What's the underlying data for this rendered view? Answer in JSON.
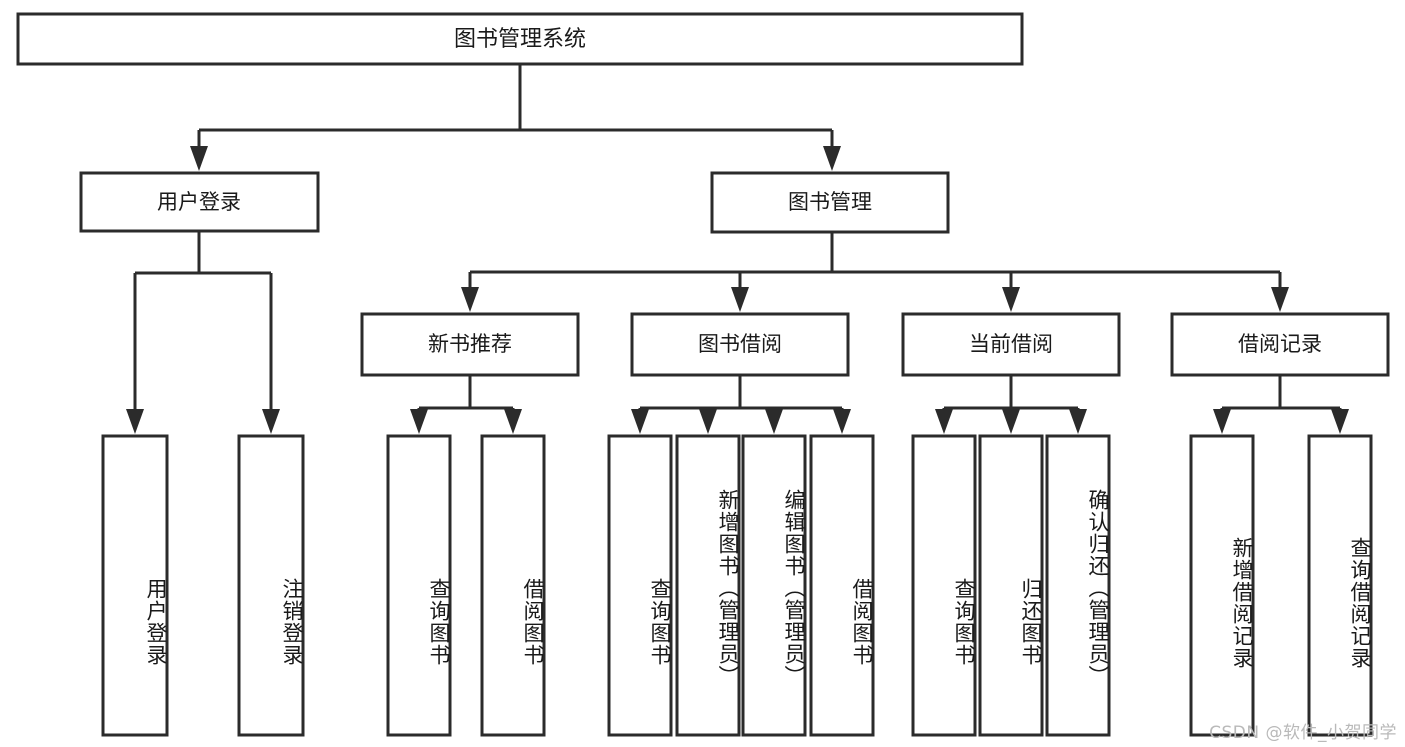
{
  "diagram": {
    "type": "tree",
    "title": "图书管理系统",
    "root": {
      "id": "root",
      "label": "图书管理系统",
      "orientation": "horizontal"
    },
    "level2": [
      {
        "id": "user-login",
        "label": "用户登录",
        "orientation": "horizontal"
      },
      {
        "id": "book-manage",
        "label": "图书管理",
        "orientation": "horizontal"
      }
    ],
    "level3": [
      {
        "id": "new-book-recommend",
        "label": "新书推荐",
        "orientation": "horizontal"
      },
      {
        "id": "book-borrow",
        "label": "图书借阅",
        "orientation": "horizontal"
      },
      {
        "id": "current-borrow",
        "label": "当前借阅",
        "orientation": "horizontal"
      },
      {
        "id": "borrow-record",
        "label": "借阅记录",
        "orientation": "horizontal"
      }
    ],
    "leaves": {
      "user-login": [
        {
          "id": "leaf-user-login",
          "label": "用户登录",
          "orientation": "vertical"
        },
        {
          "id": "leaf-logout",
          "label": "注销登录",
          "orientation": "vertical"
        }
      ],
      "new-book-recommend": [
        {
          "id": "leaf-query-book-1",
          "label": "查询图书",
          "orientation": "vertical"
        },
        {
          "id": "leaf-borrow-book-1",
          "label": "借阅图书",
          "orientation": "vertical"
        }
      ],
      "book-borrow": [
        {
          "id": "leaf-query-book-2",
          "label": "查询图书",
          "orientation": "vertical"
        },
        {
          "id": "leaf-add-book-admin",
          "label": "新增图书（管理员）",
          "orientation": "vertical"
        },
        {
          "id": "leaf-edit-book-admin",
          "label": "编辑图书（管理员）",
          "orientation": "vertical"
        },
        {
          "id": "leaf-borrow-book-2",
          "label": "借阅图书",
          "orientation": "vertical"
        }
      ],
      "current-borrow": [
        {
          "id": "leaf-query-book-3",
          "label": "查询图书",
          "orientation": "vertical"
        },
        {
          "id": "leaf-return-book",
          "label": "归还图书",
          "orientation": "vertical"
        },
        {
          "id": "leaf-confirm-return-admin",
          "label": "确认归还（管理员）",
          "orientation": "vertical"
        }
      ],
      "borrow-record": [
        {
          "id": "leaf-add-borrow-record",
          "label": "新增借阅记录",
          "orientation": "vertical"
        },
        {
          "id": "leaf-query-borrow-record",
          "label": "查询借阅记录",
          "orientation": "vertical"
        }
      ]
    },
    "colors": {
      "stroke": "#2b2b2b",
      "fill": "#ffffff",
      "text": "#1a1a1a",
      "background": "#ffffff",
      "watermark": "#b9b9b9"
    }
  },
  "watermark": {
    "text": "CSDN @软件_小贺同学"
  }
}
